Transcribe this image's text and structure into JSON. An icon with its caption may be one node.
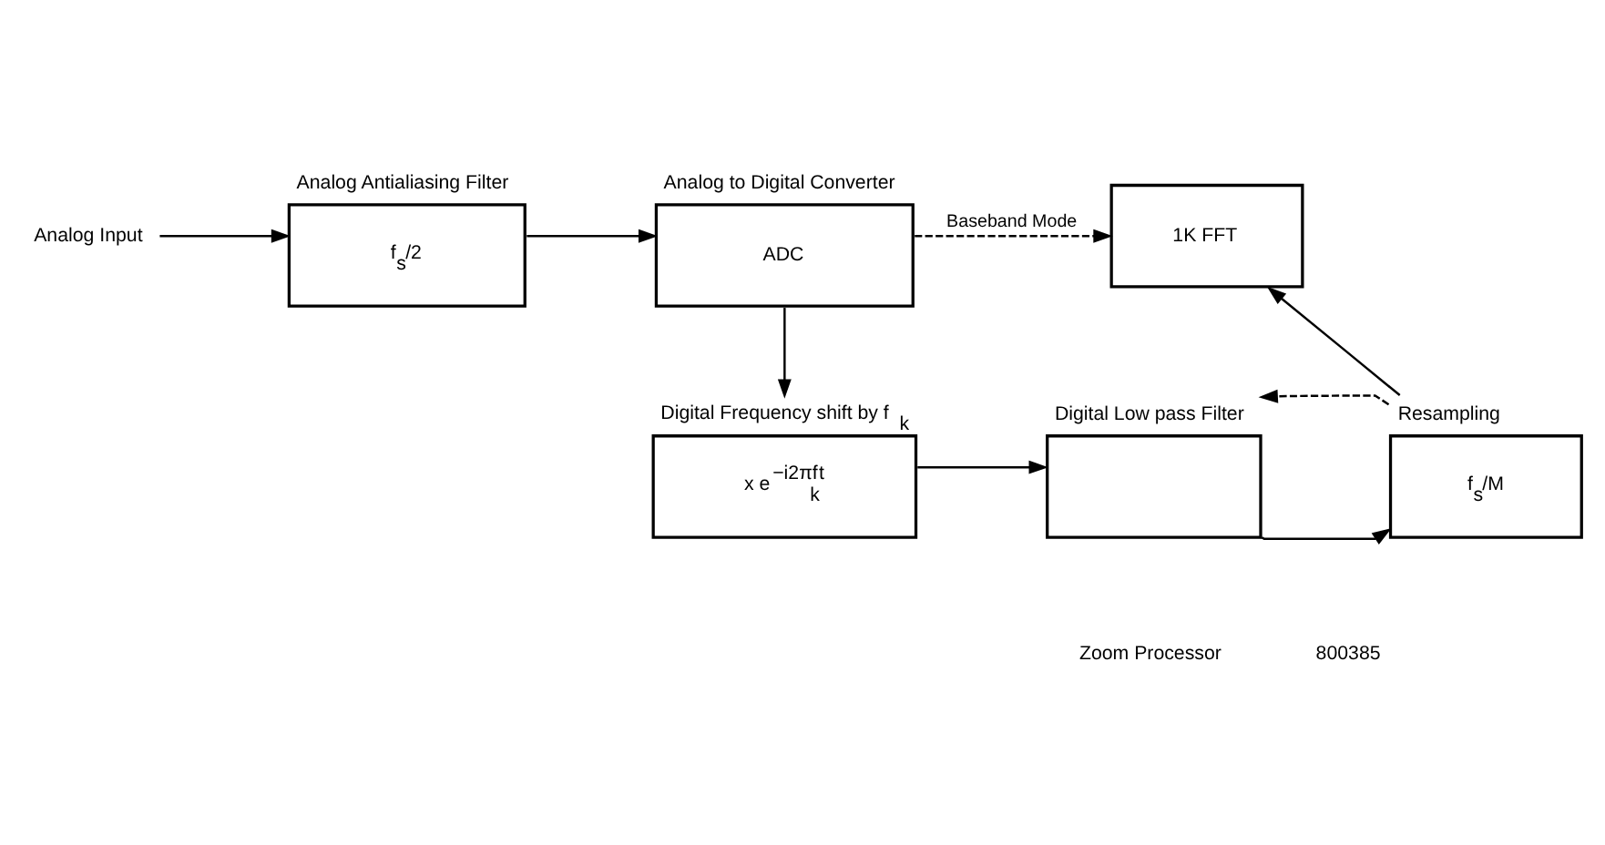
{
  "diagram": {
    "nodes": [
      {
        "text": [
          "Analog Input"
        ]
      },
      {
        "text": [
          "Analog Antialiasing Filter",
          "f$_{s}$/2"
        ]
      },
      {
        "text": [
          "Analog to Digital Converter",
          "ADC"
        ]
      },
      {
        "text": [
          "1K FFT"
        ]
      },
      {
        "text": [
          "Digital Frequency shift by f$_{k}$",
          "x e$^{−i2πf}$$_{k}$$^{t}$"
        ]
      },
      {
        "text": [
          "Digital Low pass Filter"
        ]
      },
      {
        "text": [
          "Resampling",
          "f$_{s}$/M"
        ]
      }
    ],
    "edges": [
      {
        "from": 0,
        "to": 1,
        "arrow": "to"
      },
      {
        "from": 1,
        "to": 2,
        "arrow": "to"
      },
      {
        "from": 2,
        "to": 3,
        "arrow": "to",
        "style": "dashed",
        "label": "Baseband Mode"
      },
      {
        "from": 2,
        "to": 4,
        "arrow": "to"
      },
      {
        "from": 4,
        "to": 5,
        "arrow": "to"
      },
      {
        "from": 5,
        "to": 6,
        "arrow": "to"
      },
      {
        "from": 6,
        "to": 3,
        "arrow": "to"
      },
      {
        "from": 6,
        "to": 5,
        "arrow": "to",
        "style": "dashed"
      }
    ],
    "labels": [
      "Zoom Processor",
      "800385"
    ]
  }
}
